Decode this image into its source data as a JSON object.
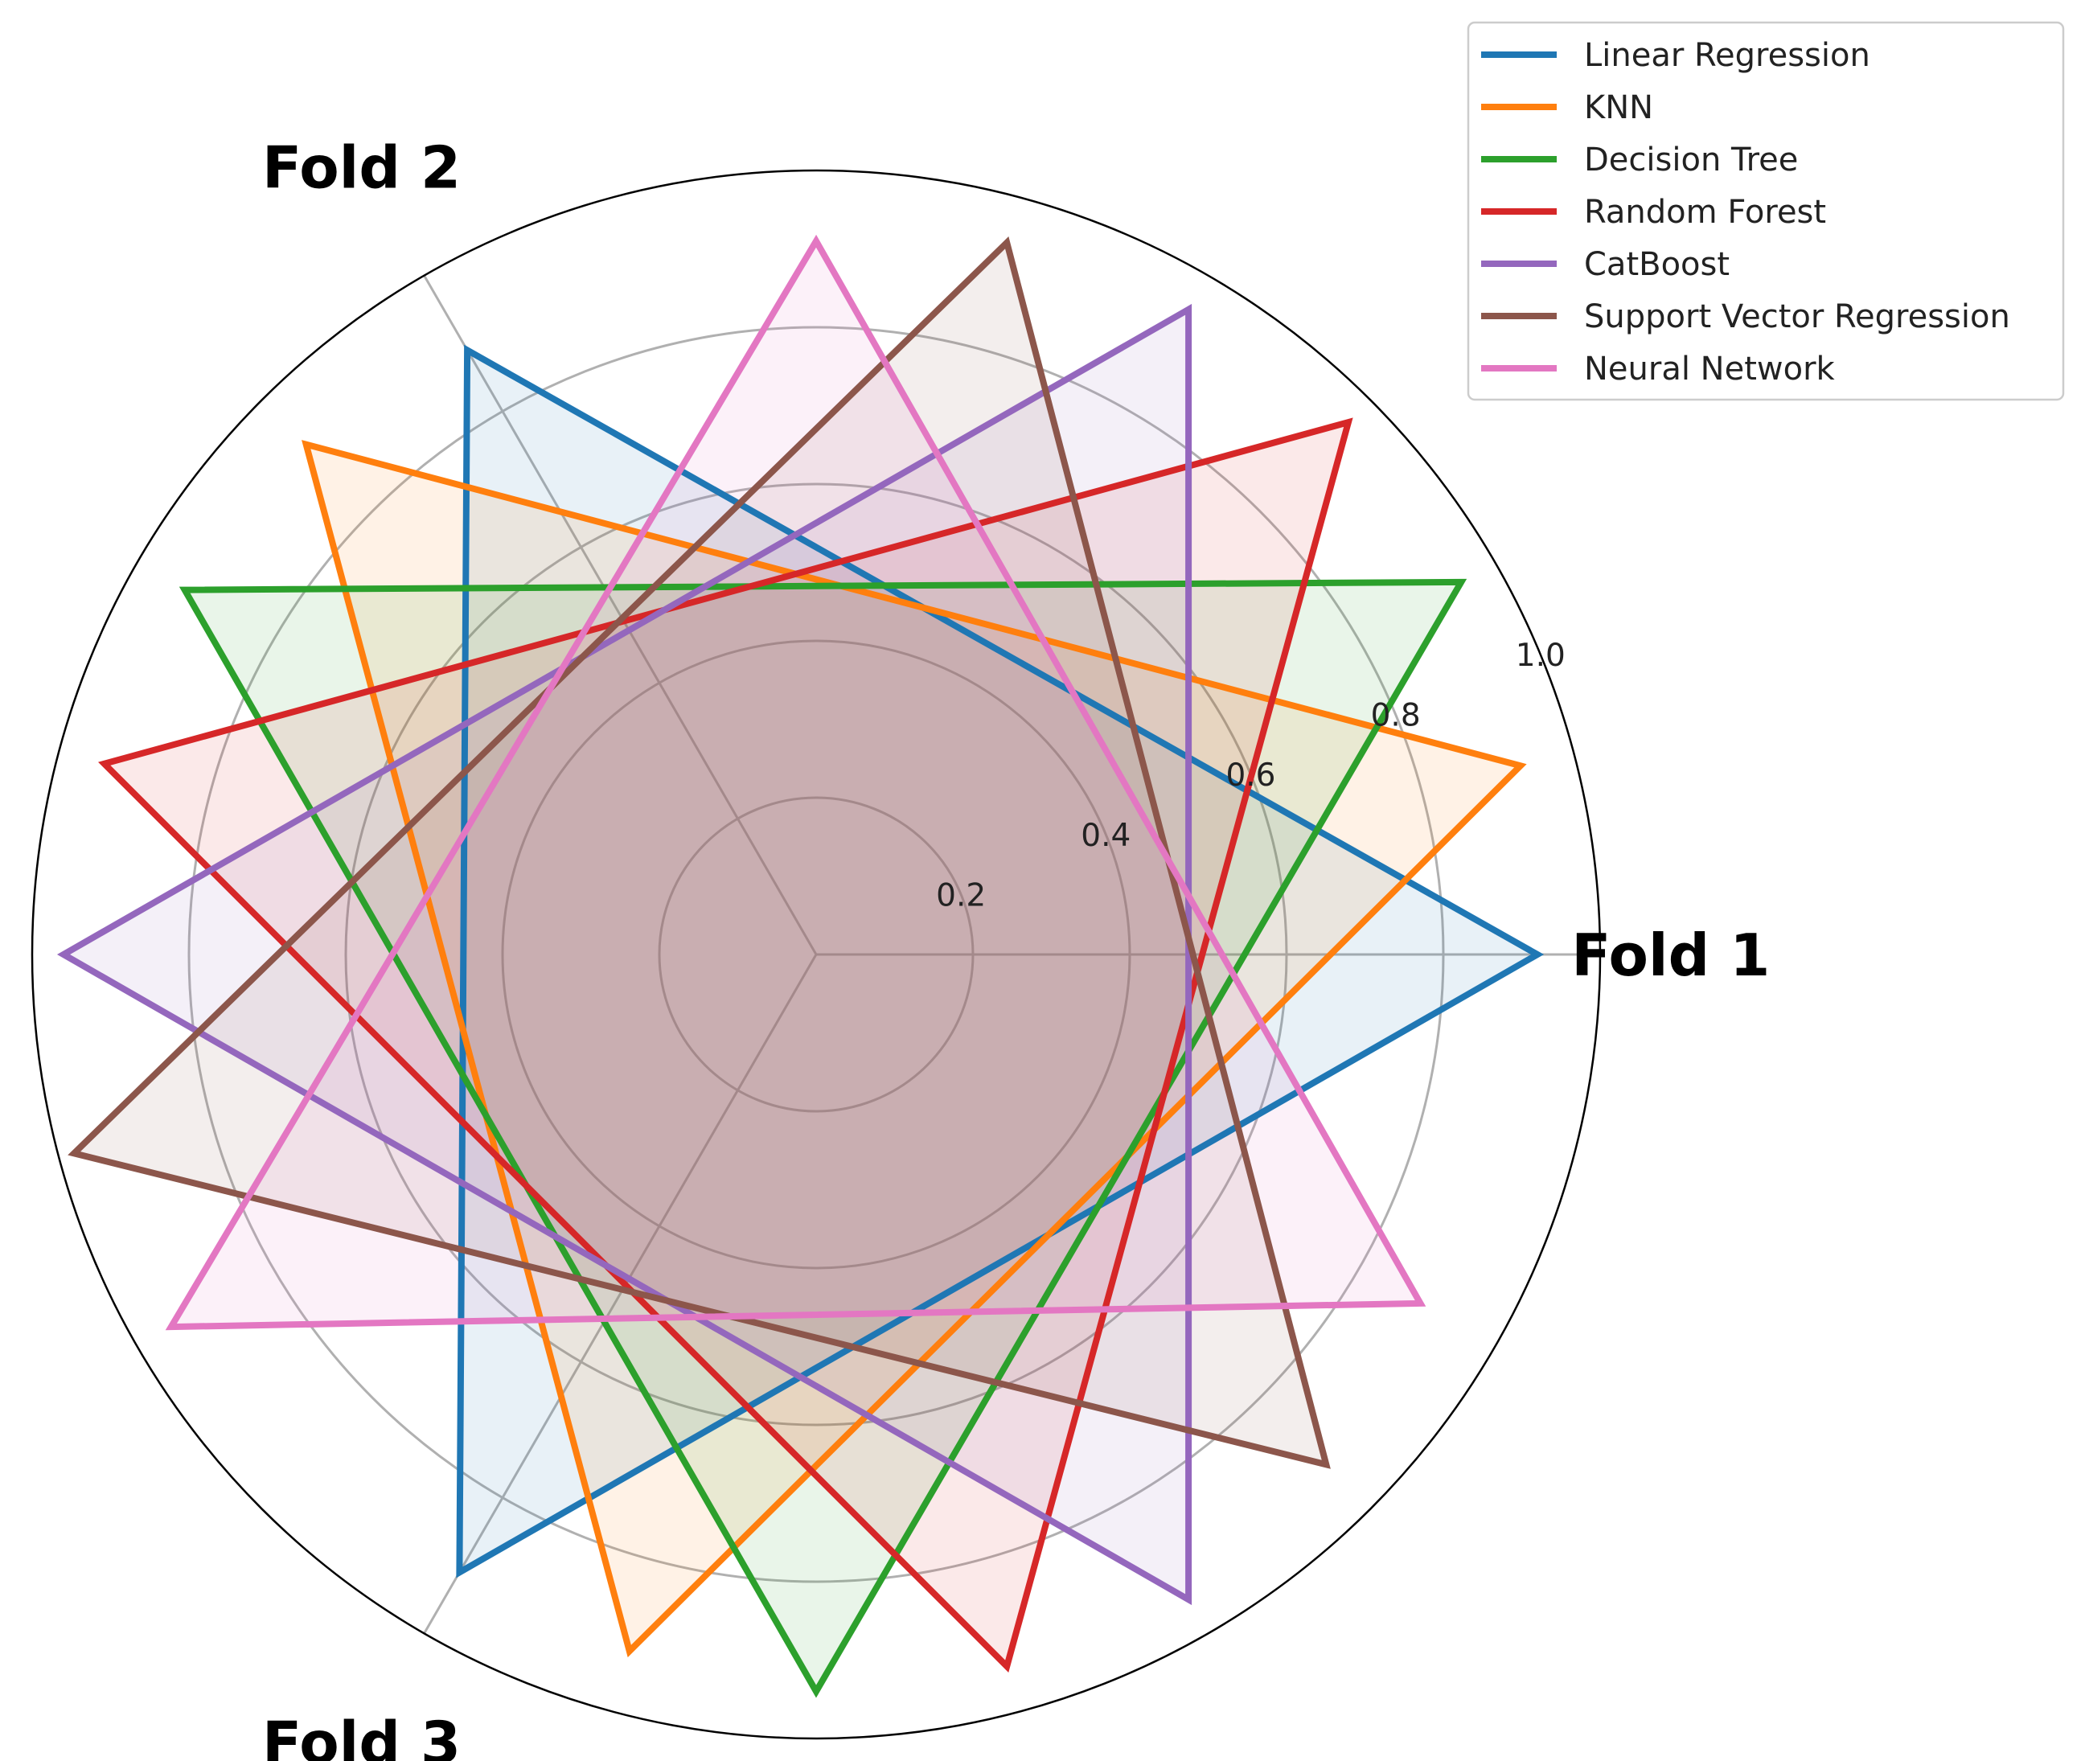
{
  "chart_data": {
    "type": "radar",
    "axes": [
      "Fold 1",
      "Fold 2",
      "Fold 3"
    ],
    "r_ticks": [
      0.2,
      0.4,
      0.6,
      0.8,
      1.0
    ],
    "r_tick_labels": [
      "0.2",
      "0.4",
      "0.6",
      "0.8",
      "1.0"
    ],
    "r_range": [
      0,
      1.0
    ],
    "grid": true,
    "legend_position": "top-right",
    "series": [
      {
        "name": "Linear Regression",
        "color": "#1f77b4",
        "values": [
          0.92,
          0.89,
          0.91
        ],
        "rotation_deg": 0
      },
      {
        "name": "KNN",
        "color": "#ff7f0e",
        "values": [
          0.93,
          0.92,
          0.92
        ],
        "rotation_deg": 15
      },
      {
        "name": "Decision Tree",
        "color": "#2ca02c",
        "values": [
          0.95,
          0.93,
          0.94
        ],
        "rotation_deg": 30
      },
      {
        "name": "Random Forest",
        "color": "#d62728",
        "values": [
          0.96,
          0.94,
          0.94
        ],
        "rotation_deg": 45
      },
      {
        "name": "CatBoost",
        "color": "#9467bd",
        "values": [
          0.95,
          0.96,
          0.95
        ],
        "rotation_deg": 60
      },
      {
        "name": "Support Vector Regression",
        "color": "#8c564b",
        "values": [
          0.94,
          0.98,
          0.92
        ],
        "rotation_deg": 75
      },
      {
        "name": "Neural Network",
        "color": "#e377c2",
        "values": [
          0.91,
          0.95,
          0.89
        ],
        "rotation_deg": 90
      }
    ]
  }
}
